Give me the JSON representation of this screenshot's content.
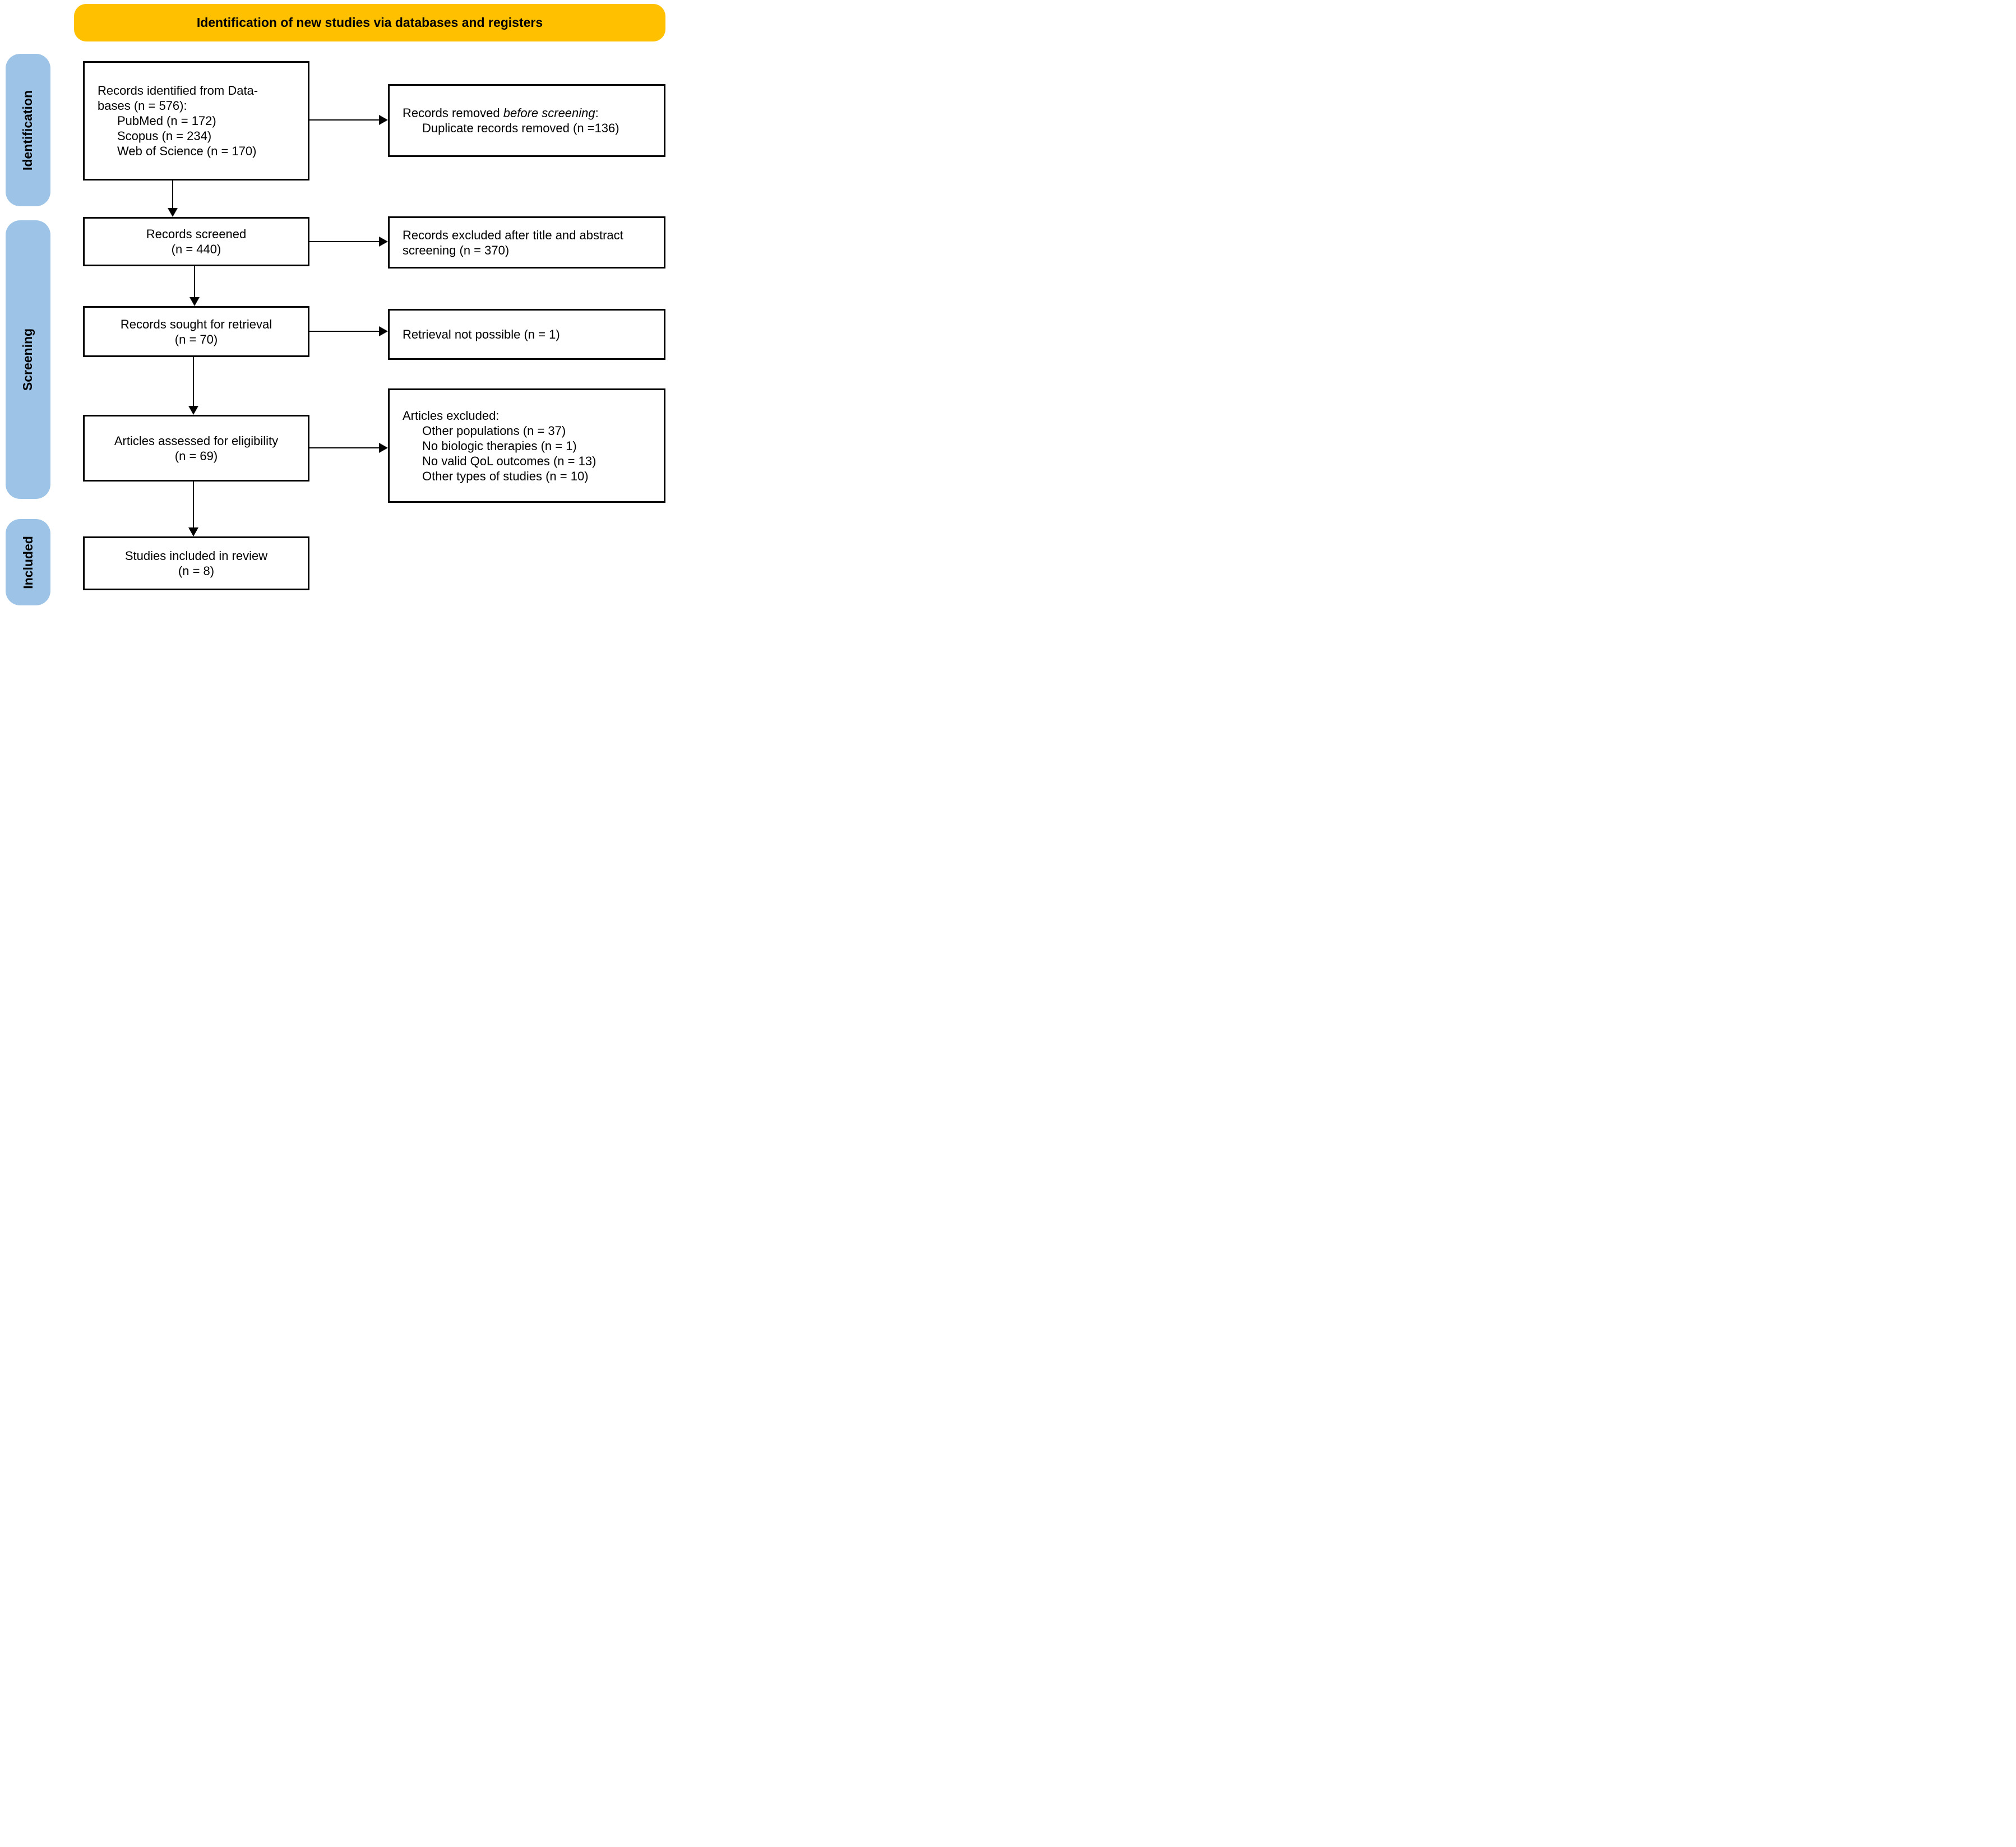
{
  "header": {
    "title": "Identification of new studies via databases and registers",
    "background": "#FFC000"
  },
  "sidebar": {
    "background": "#9DC3E6",
    "stages": [
      {
        "label": "Identification"
      },
      {
        "label": "Screening"
      },
      {
        "label": "Included"
      }
    ]
  },
  "boxes": {
    "identified": {
      "line1": "Records identified from Data-",
      "line2": "bases (n = 576):",
      "sources": {
        "s1": "PubMed (n = 172)",
        "s2": "Scopus (n = 234)",
        "s3": "Web of Science (n = 170)"
      }
    },
    "removed_before_screening": {
      "prefix": "Records removed ",
      "emphasis": "before screening",
      "suffix": ":",
      "item1": "Duplicate records removed (n =136)"
    },
    "screened": {
      "line1": "Records screened",
      "line2": "(n = 440)"
    },
    "excluded_title_abstract": {
      "line1": "Records excluded after title and abstract",
      "line2": "screening (n = 370)"
    },
    "sought": {
      "line1": "Records sought for retrieval",
      "line2": "(n = 70)"
    },
    "retrieval_not_possible": {
      "line1": "Retrieval not possible (n = 1)"
    },
    "assessed": {
      "line1": "Articles assessed for eligibility",
      "line2": "(n = 69)"
    },
    "articles_excluded": {
      "title": "Articles excluded:",
      "item1": "Other populations (n = 37)",
      "item2": "No biologic therapies (n = 1)",
      "item3": "No valid QoL outcomes (n = 13)",
      "item4": "Other types of studies (n = 10)"
    },
    "included_review": {
      "line1": "Studies included in review",
      "line2": "(n = 8)"
    }
  }
}
